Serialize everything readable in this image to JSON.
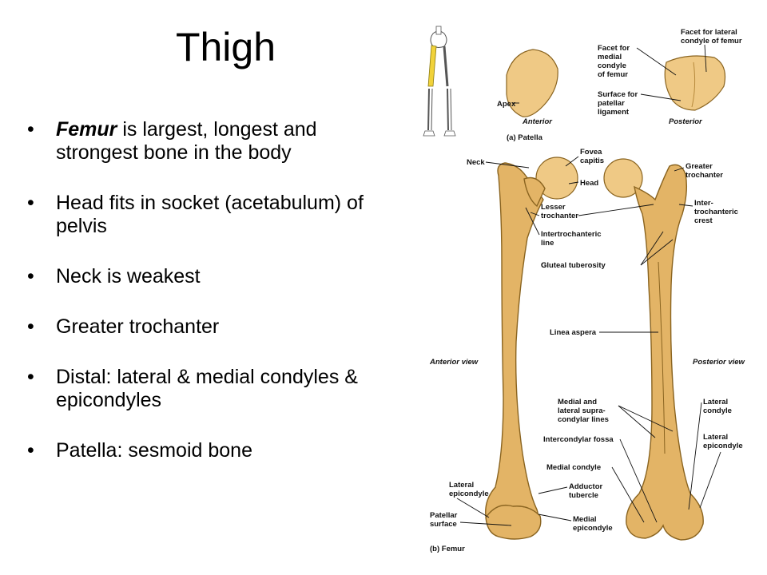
{
  "slide": {
    "title": "Thigh",
    "bullets": [
      {
        "emphasis": "Femur",
        "text": " is largest, longest and strongest bone in the body"
      },
      {
        "emphasis": "",
        "text": "Head fits in socket (acetabulum) of pelvis"
      },
      {
        "emphasis": "",
        "text": "Neck is weakest"
      },
      {
        "emphasis": "",
        "text": "Greater  trochanter"
      },
      {
        "emphasis": "",
        "text": "Distal: lateral & medial condyles & epicondyles"
      },
      {
        "emphasis": "",
        "text": "Patella:  sesmoid bone"
      }
    ]
  },
  "figure": {
    "patella_caption": "(a) Patella",
    "femur_caption": "(b) Femur",
    "patella_labels": {
      "apex": "Apex",
      "anterior": "Anterior",
      "posterior": "Posterior",
      "facet_medial": [
        "Facet for",
        "medial",
        "condyle",
        "of femur"
      ],
      "facet_lateral": [
        "Facet for lateral",
        "condyle of femur"
      ],
      "surface_ligament": [
        "Surface for",
        "patellar",
        "ligament"
      ]
    },
    "femur_labels": {
      "neck": "Neck",
      "fovea": [
        "Fovea",
        "capitis"
      ],
      "head": "Head",
      "greater_trochanter": [
        "Greater",
        "trochanter"
      ],
      "lesser_trochanter": [
        "Lesser",
        "trochanter"
      ],
      "intertrochanteric_crest": [
        "Inter-",
        "trochanteric",
        "crest"
      ],
      "intertrochanteric_line": [
        "Intertrochanteric",
        "line"
      ],
      "gluteal_tuberosity": "Gluteal tuberosity",
      "linea_aspera": "Linea aspera",
      "anterior_view": "Anterior view",
      "posterior_view": "Posterior view",
      "supracondylar": [
        "Medial and",
        "lateral supra-",
        "condylar lines"
      ],
      "lateral_condyle": [
        "Lateral",
        "condyle"
      ],
      "lateral_epicondyle_right": [
        "Lateral",
        "epicondyle"
      ],
      "intercondylar_fossa": "Intercondylar fossa",
      "medial_condyle": "Medial condyle",
      "lateral_epicondyle_left": [
        "Lateral",
        "epicondyle"
      ],
      "adductor_tubercle": [
        "Adductor",
        "tubercle"
      ],
      "patellar_surface": [
        "Patellar",
        "surface"
      ],
      "medial_epicondyle": [
        "Medial",
        "epicondyle"
      ]
    }
  }
}
